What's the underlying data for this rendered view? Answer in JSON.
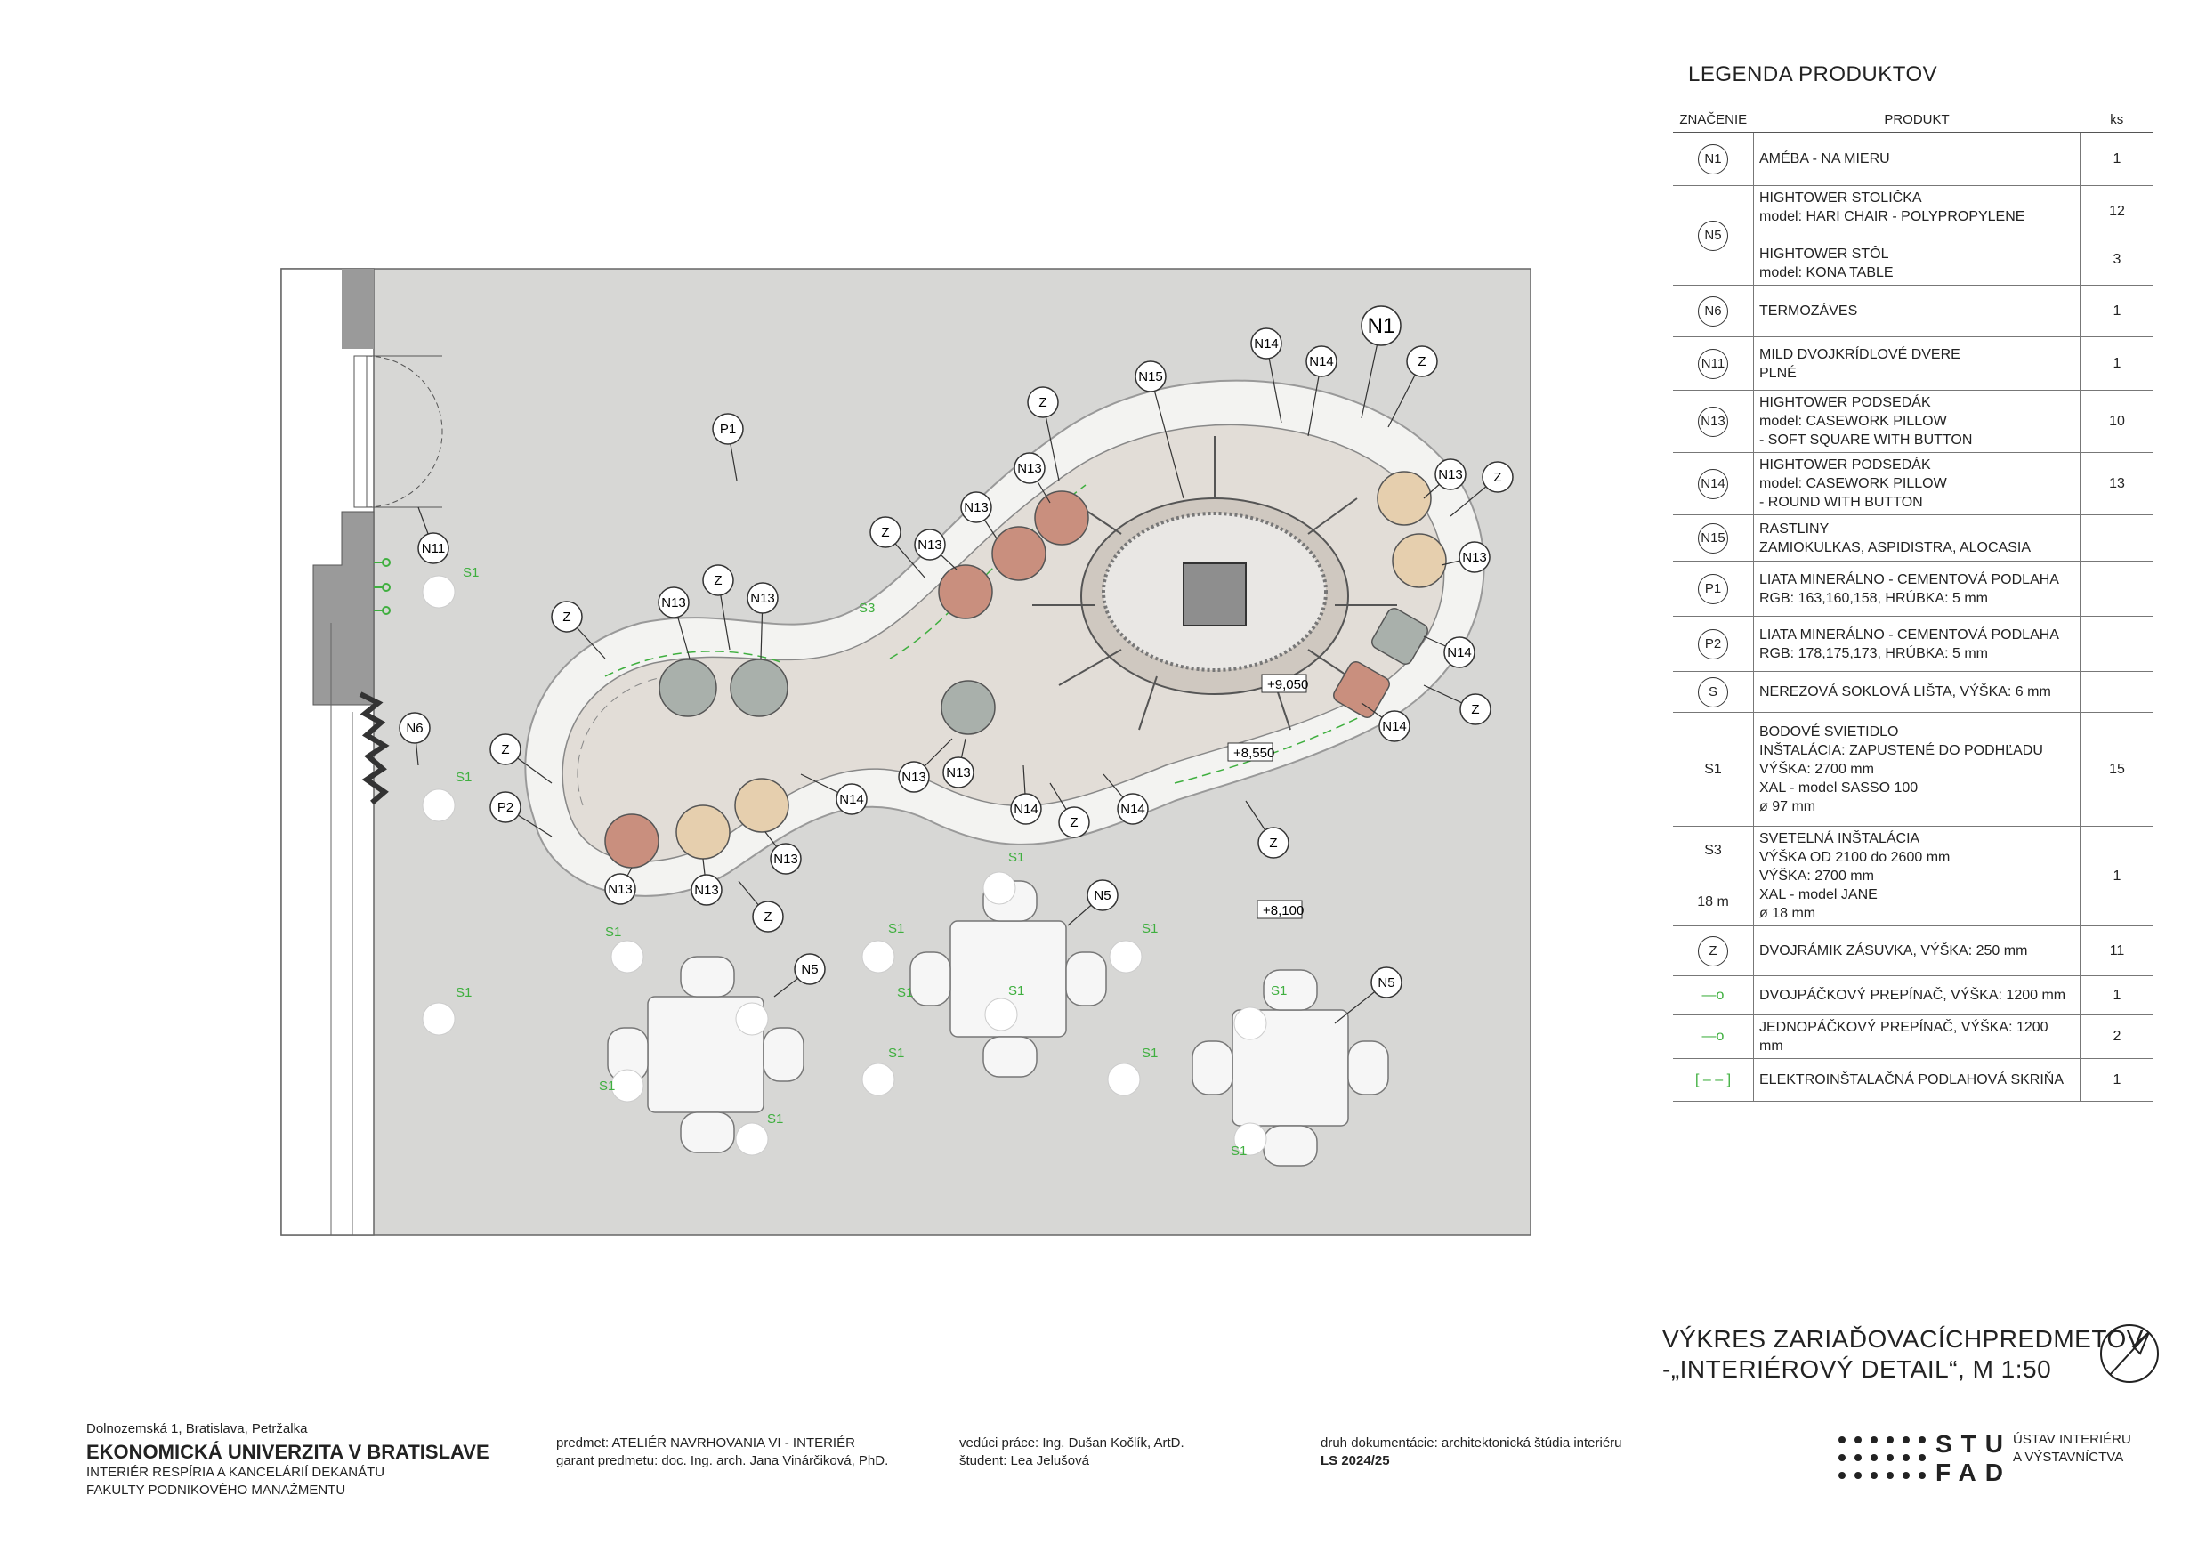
{
  "plan": {
    "labels": {
      "n1": "N1",
      "n5": "N5",
      "n6": "N6",
      "n11": "N11",
      "n13": "N13",
      "n14": "N14",
      "n15": "N15",
      "p1": "P1",
      "p2": "P2",
      "z": "Z",
      "s1": "S1",
      "s3": "S3"
    },
    "levels": [
      "+9,050",
      "+8,550",
      "+8,100"
    ],
    "colors": {
      "floor": "#d7d7d5",
      "ameba": "#e2ddd7",
      "ameba_border": "#f4f4f2",
      "pink": "#c98f7e",
      "peach": "#e6cfae",
      "grey": "#a9b0ab",
      "green": "#3faf3f"
    }
  },
  "legend": {
    "title": "LEGENDA PRODUKTOV",
    "headers": [
      "ZNAČENIE",
      "PRODUKT",
      "ks"
    ],
    "rows": [
      {
        "code": "N1",
        "lines": [
          "AMÉBA - NA MIERU"
        ],
        "qty": "1"
      },
      {
        "code": "N5",
        "lines": [
          "HIGHTOWER STOLIČKA",
          "model: HARI CHAIR - POLYPROPYLENE",
          "",
          "HIGHTOWER STÔL",
          "model: KONA TABLE"
        ],
        "qty": "12",
        "qty2": "3"
      },
      {
        "code": "N6",
        "lines": [
          "TERMOZÁVES"
        ],
        "qty": "1"
      },
      {
        "code": "N11",
        "lines": [
          "MILD DVOJKRÍDLOVÉ DVERE",
          "PLNÉ"
        ],
        "qty": "1"
      },
      {
        "code": "N13",
        "lines": [
          "HIGHTOWER PODSEDÁK",
          "model: CASEWORK PILLOW",
          "- SOFT SQUARE WITH BUTTON"
        ],
        "qty": "10"
      },
      {
        "code": "N14",
        "lines": [
          "HIGHTOWER PODSEDÁK",
          "model: CASEWORK PILLOW",
          "- ROUND WITH BUTTON"
        ],
        "qty": "13"
      },
      {
        "code": "N15",
        "lines": [
          "RASTLINY",
          "ZAMIOKULKAS, ASPIDISTRA, ALOCASIA"
        ],
        "qty": ""
      },
      {
        "code": "P1",
        "lines": [
          "LIATA MINERÁLNO - CEMENTOVÁ PODLAHA",
          "RGB: 163,160,158, HRÚBKA: 5 mm"
        ],
        "qty": ""
      },
      {
        "code": "P2",
        "lines": [
          "LIATA MINERÁLNO - CEMENTOVÁ PODLAHA",
          "RGB: 178,175,173, HRÚBKA: 5 mm"
        ],
        "qty": ""
      },
      {
        "code": "S",
        "lines": [
          "NEREZOVÁ SOKLOVÁ LIŠTA, VÝŠKA: 6 mm"
        ],
        "qty": ""
      },
      {
        "code": "S1",
        "lines": [
          "BODOVÉ SVIETIDLO",
          "INŠTALÁCIA: ZAPUSTENÉ DO PODHĽADU",
          "VÝŠKA: 2700 mm",
          "XAL - model SASSO 100",
          "ø 97 mm"
        ],
        "qty": "15"
      },
      {
        "code": "S3",
        "extra": "18 m",
        "lines": [
          "SVETELNÁ INŠTALÁCIA",
          "VÝŠKA OD 2100 do 2600 mm",
          "VÝŠKA: 2700 mm",
          "XAL - model JANE",
          "ø 18 mm"
        ],
        "qty": "1"
      },
      {
        "code": "Z",
        "lines": [
          "DVOJRÁMIK ZÁSUVKA, VÝŠKA: 250 mm"
        ],
        "qty": "11"
      },
      {
        "code": "",
        "lines": [
          "DVOJPÁČKOVÝ PREPÍNAČ, VÝŠKA: 1200 mm"
        ],
        "qty": "1"
      },
      {
        "code": "",
        "lines": [
          "JEDNOPÁČKOVÝ PREPÍNAČ, VÝŠKA: 1200 mm"
        ],
        "qty": "2"
      },
      {
        "code": "",
        "lines": [
          "ELEKTROINŠTALAČNÁ PODLAHOVÁ SKRIŇA"
        ],
        "qty": "1"
      }
    ]
  },
  "title": {
    "line1": "VÝKRES ZARIAĎOVACÍCHPREDMETOV",
    "line2": "-„INTERIÉROVÝ DETAIL“, M 1:50"
  },
  "footer": {
    "address": "Dolnozemská 1, Bratislava, Petržalka",
    "school": "EKONOMICKÁ UNIVERZITA V BRATISLAVE",
    "project1": "INTERIÉR RESPÍRIA A KANCELÁRIÍ DEKANÁTU",
    "project2": "FAKULTY PODNIKOVÉHO MANAŽMENTU",
    "subject": "predmet: ATELIÉR NAVRHOVANIA VI - INTERIÉR",
    "guarantor": "garant predmetu: doc. Ing. arch. Jana Vinárčiková, PhD.",
    "supervisor": "vedúci práce: Ing. Dušan Kočlík, ArtD.",
    "student": "študent: Lea Jelušová",
    "doctype": "druh dokumentácie: architektonická štúdia interiéru",
    "semester": "LS 2024/25",
    "logo": "STU FAD",
    "institute1": "ÚSTAV INTERIÉRU",
    "institute2": "A VÝSTAVNÍCTVA"
  }
}
